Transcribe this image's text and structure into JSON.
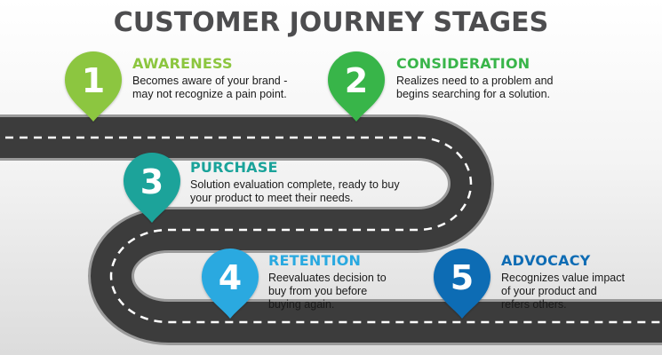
{
  "title": "CUSTOMER JOURNEY STAGES",
  "colors": {
    "road": "#3c3c3c",
    "road_edge": "#9a9a9a",
    "lane": "#ffffff",
    "title": "#4d4d4f"
  },
  "stages": [
    {
      "number": "1",
      "title": "AWARENESS",
      "color": "#8cc63f",
      "desc": [
        "Becomes aware of your brand -",
        "may not recognize a pain point."
      ]
    },
    {
      "number": "2",
      "title": "CONSIDERATION",
      "color": "#39b54a",
      "desc": [
        "Realizes need to a problem and",
        "begins searching for a solution."
      ]
    },
    {
      "number": "3",
      "title": "PURCHASE",
      "color": "#1aa39a",
      "desc": [
        "Solution evaluation complete, ready to buy",
        "your product to meet their needs."
      ]
    },
    {
      "number": "4",
      "title": "RETENTION",
      "color": "#29a9e0",
      "desc": [
        "Reevaluates decision to",
        "buy from you before",
        "buying again."
      ]
    },
    {
      "number": "5",
      "title": "ADVOCACY",
      "color": "#0e6cb4",
      "desc": [
        "Recognizes value impact",
        "of your product and",
        "refers others."
      ]
    }
  ]
}
